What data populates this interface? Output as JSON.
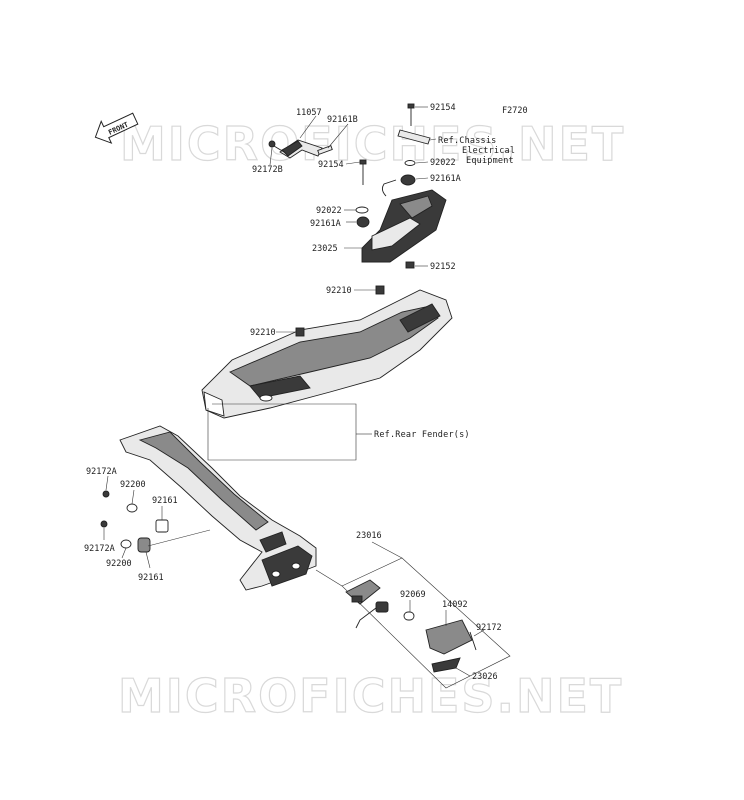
{
  "figure_code": "F2720",
  "watermark": "MICROFICHES.NET",
  "front_arrow_label": "FRONT",
  "labels": {
    "p11057": "11057",
    "p92161B": "92161B",
    "p92172B": "92172B",
    "p92154_mid": "92154",
    "p92022_left": "92022",
    "p92161A_left": "92161A",
    "p23025": "23025",
    "p92154_top": "92154",
    "p92022_right": "92022",
    "p92161A_right": "92161A",
    "p92152": "92152",
    "p92210_upper": "92210",
    "p92210_lower": "92210",
    "p92172A_upper": "92172A",
    "p92200_upper": "92200",
    "p92161_upper": "92161",
    "p92172A_lower": "92172A",
    "p92200_lower": "92200",
    "p92161_lower": "92161",
    "p23016": "23016",
    "p92069": "92069",
    "p14092": "14092",
    "p92172": "92172",
    "p23026": "23026"
  },
  "refs": {
    "chassis_line1": "Ref.Chassis",
    "chassis_line2": "Electrical",
    "chassis_line3": "Equipment",
    "rear_fender": "Ref.Rear Fender(s)"
  }
}
